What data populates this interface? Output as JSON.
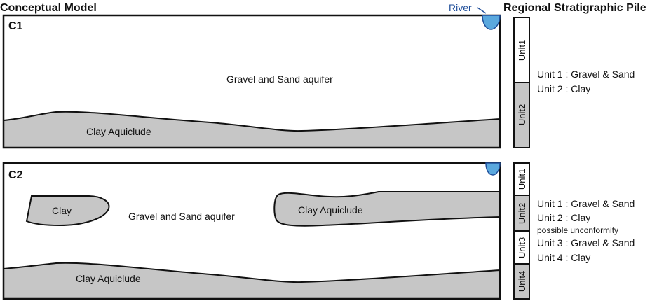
{
  "headers": {
    "conceptual": "Conceptual Model",
    "regional": "Regional Stratigraphic Pile"
  },
  "river": "River",
  "c1": {
    "label": "C1",
    "aquifer": "Gravel and Sand aquifer",
    "aquiclude": "Clay Aquiclude",
    "pile_units": [
      "Unit1",
      "Unit2"
    ],
    "legend": [
      "Unit 1 : Gravel & Sand",
      "Unit 2 : Clay"
    ]
  },
  "c2": {
    "label": "C2",
    "clay_lens": "Clay",
    "aquifer": "Gravel and Sand aquifer",
    "aquiclude_upper": "Clay Aquiclude",
    "aquiclude_lower": "Clay Aquiclude",
    "pile_units": [
      "Unit1",
      "Unit2",
      "Unit3",
      "Unit4"
    ],
    "legend": [
      "Unit 1 : Gravel & Sand",
      "Unit 2 : Clay",
      "possible unconformity",
      "Unit 3 : Gravel & Sand",
      "Unit 4 : Clay"
    ]
  },
  "colors": {
    "clay": "#c6c6c6",
    "water": "#5aa8de",
    "river_text": "#1f4e9a"
  }
}
